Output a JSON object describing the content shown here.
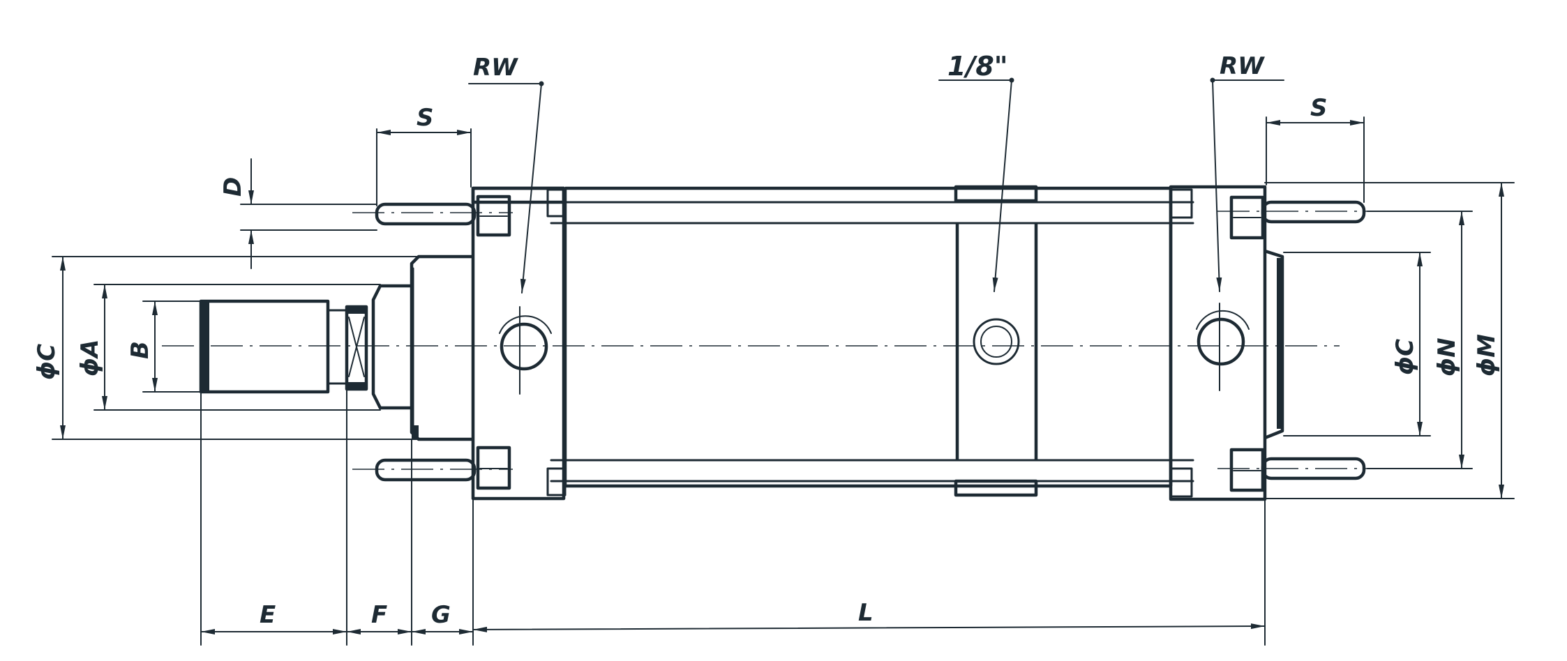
{
  "drawing": {
    "labels": {
      "rw_left": "RW",
      "rw_right": "RW",
      "port": "1/8\"",
      "s_left": "S",
      "s_right": "S",
      "d": "D",
      "phi_c_left": "ϕC",
      "phi_a": "ϕA",
      "b": "B",
      "phi_c_right": "ϕC",
      "phi_n": "ϕN",
      "phi_m": "ϕM",
      "e": "E",
      "f": "F",
      "g": "G",
      "l": "L"
    },
    "colors": {
      "ink": "#1d2a33",
      "paper": "#ffffff"
    }
  }
}
